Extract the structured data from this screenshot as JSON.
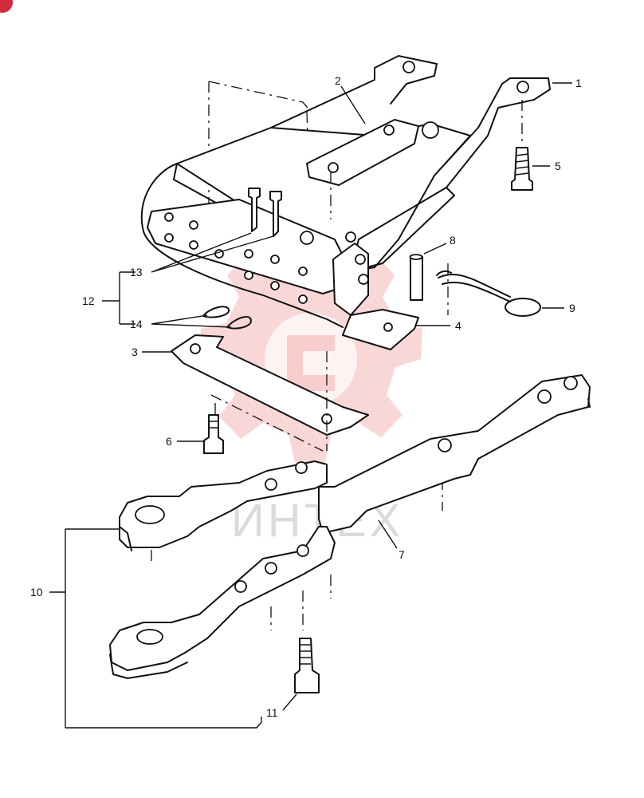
{
  "watermark": {
    "text": "ИНТЕХ",
    "color": "#e84a4a"
  },
  "callouts": {
    "c1": "1",
    "c2": "2",
    "c3": "3",
    "c4": "4",
    "c5": "5",
    "c6": "6",
    "c7": "7",
    "c8": "8",
    "c9": "9",
    "c10": "10",
    "c11": "11",
    "c12": "12",
    "c13": "13",
    "c14": "14"
  },
  "colors": {
    "line": "#111111",
    "badge": "#d42a3a"
  }
}
